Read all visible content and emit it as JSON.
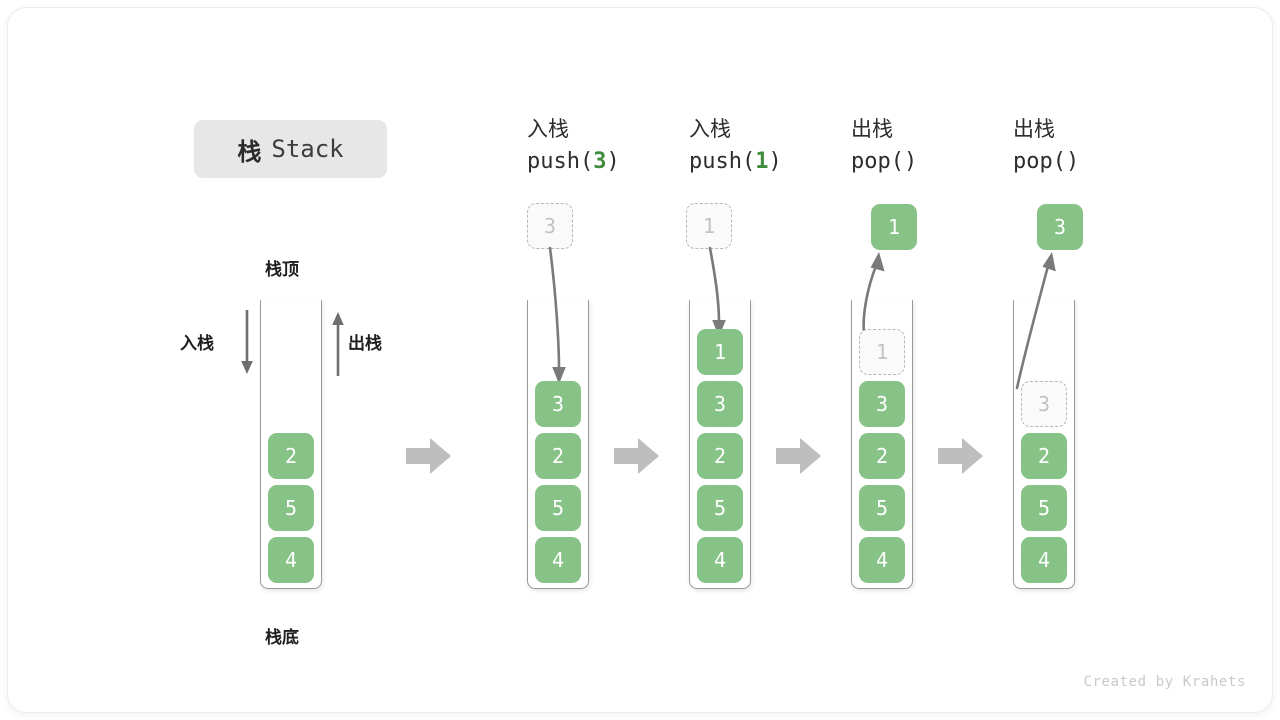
{
  "title": {
    "cn": "栈",
    "en": "Stack"
  },
  "labels": {
    "top": "栈顶",
    "bottom": "栈底",
    "push": "入栈",
    "pop": "出栈"
  },
  "watermark": "Created by Krahets",
  "colors": {
    "cell_fill": "#87c287",
    "cell_text": "#ffffff",
    "ghost_fill": "#fafafa",
    "ghost_border": "#b8b8b8",
    "ghost_text": "#c2c2c2",
    "container_border": "#9a9a9a",
    "arrow": "#7a7a7a",
    "step_arrow": "#bebebe",
    "badge_bg": "#e7e7e7",
    "code_number": "#3f8c3f"
  },
  "columns": [
    {
      "id": "initial",
      "head_cn": "",
      "head_code": "",
      "stack": [
        "2",
        "5",
        "4"
      ],
      "ghost_index": null,
      "result": null
    },
    {
      "id": "push-3",
      "head_cn": "入栈",
      "head_code_prefix": "push(",
      "head_code_num": "3",
      "head_code_suffix": ")",
      "incoming": "3",
      "stack": [
        "3",
        "2",
        "5",
        "4"
      ],
      "ghost_index": null,
      "result": null
    },
    {
      "id": "push-1",
      "head_cn": "入栈",
      "head_code_prefix": "push(",
      "head_code_num": "1",
      "head_code_suffix": ")",
      "incoming": "1",
      "stack": [
        "1",
        "3",
        "2",
        "5",
        "4"
      ],
      "ghost_index": null,
      "result": null
    },
    {
      "id": "pop-1",
      "head_cn": "出栈",
      "head_code_prefix": "pop(",
      "head_code_num": "",
      "head_code_suffix": ")",
      "result": "1",
      "stack": [
        "1",
        "3",
        "2",
        "5",
        "4"
      ],
      "ghost_index": 0
    },
    {
      "id": "pop-2",
      "head_cn": "出栈",
      "head_code_prefix": "pop(",
      "head_code_num": "",
      "head_code_suffix": ")",
      "result": "3",
      "stack": [
        "3",
        "2",
        "5",
        "4"
      ],
      "ghost_index": 0
    }
  ],
  "chart_data": {
    "type": "diagram",
    "title": "栈 Stack",
    "description": "Stack push/pop operation sequence diagram",
    "steps": [
      {
        "op": "initial",
        "stack_top_to_bottom": [
          "2",
          "5",
          "4"
        ]
      },
      {
        "op": "push(3)",
        "stack_top_to_bottom": [
          "3",
          "2",
          "5",
          "4"
        ],
        "value": "3"
      },
      {
        "op": "push(1)",
        "stack_top_to_bottom": [
          "1",
          "3",
          "2",
          "5",
          "4"
        ],
        "value": "1"
      },
      {
        "op": "pop()",
        "stack_top_to_bottom": [
          "3",
          "2",
          "5",
          "4"
        ],
        "returned": "1"
      },
      {
        "op": "pop()",
        "stack_top_to_bottom": [
          "2",
          "5",
          "4"
        ],
        "returned": "3"
      }
    ]
  }
}
